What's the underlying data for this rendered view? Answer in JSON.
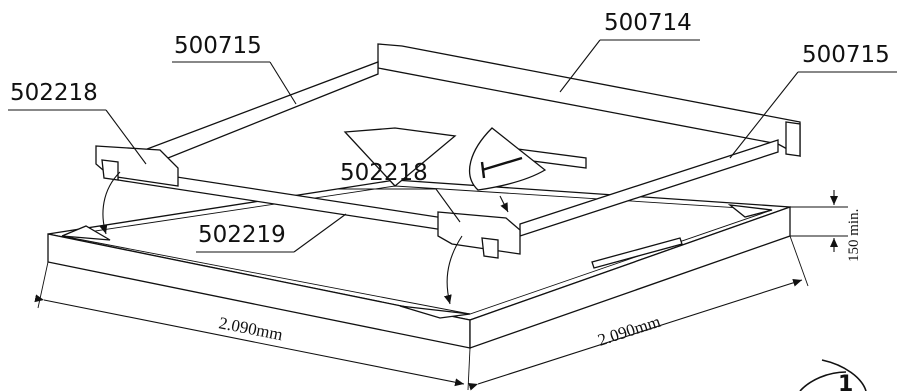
{
  "labels": {
    "part_500714": "500714",
    "part_500715_left": "500715",
    "part_500715_right": "500715",
    "part_502218_left": "502218",
    "part_502218_center": "502218",
    "part_502219": "502219"
  },
  "dimensions": {
    "width_left": "2.090mm",
    "width_right": "2.090mm",
    "height_min": "150 min."
  },
  "detail_marker": "1"
}
